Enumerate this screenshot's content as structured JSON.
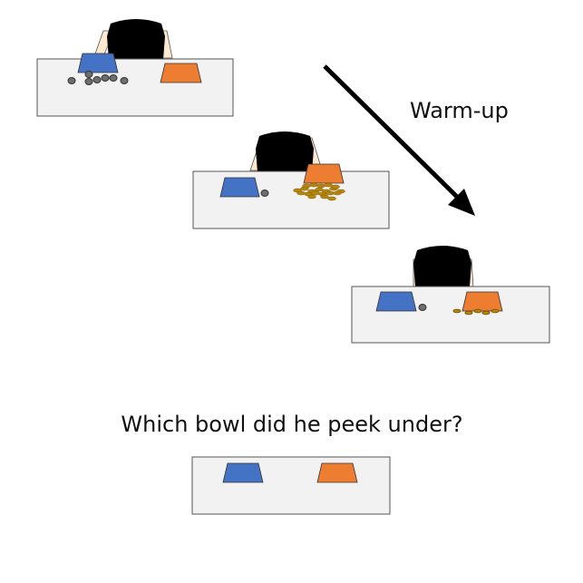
{
  "labels": {
    "warmup": "Warm-up",
    "question": "Which bowl did he peek under?"
  },
  "colors": {
    "blue_bowl": "#4472c4",
    "orange_bowl": "#ed7d31",
    "table_fill": "#f2f2f2",
    "table_stroke": "#555555",
    "hair": "#000000",
    "skin": "#fde9d0",
    "pebble": "#6e6e6e",
    "coin": "#b8860b",
    "arrow": "#000000"
  },
  "scenes": [
    {
      "id": "scene-1",
      "person": true,
      "pebbles": "many-left",
      "coins": "none"
    },
    {
      "id": "scene-2",
      "person": true,
      "pebbles": "one-left",
      "coins": "many-right"
    },
    {
      "id": "scene-3",
      "person": true,
      "pebbles": "one-left",
      "coins": "few-right"
    },
    {
      "id": "question-scene",
      "person": false,
      "pebbles": "none",
      "coins": "none"
    }
  ]
}
